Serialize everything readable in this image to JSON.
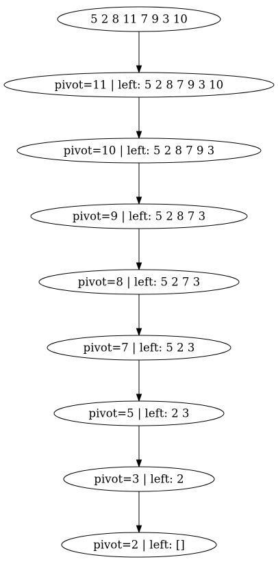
{
  "diagram": {
    "nodes": [
      {
        "id": "root",
        "label": "5 2 8 11 7 9 3 10"
      },
      {
        "id": "p11",
        "label": "pivot=11 | left: 5 2 8 7 9 3 10"
      },
      {
        "id": "p10",
        "label": "pivot=10 | left: 5 2 8 7 9 3"
      },
      {
        "id": "p9",
        "label": "pivot=9 | left: 5 2 8 7 3"
      },
      {
        "id": "p8",
        "label": "pivot=8 | left: 5 2 7 3"
      },
      {
        "id": "p7",
        "label": "pivot=7 | left: 5 2 3"
      },
      {
        "id": "p5",
        "label": "pivot=5 | left: 2 3"
      },
      {
        "id": "p3",
        "label": "pivot=3 | left: 2"
      },
      {
        "id": "p2",
        "label": "pivot=2 | left: []"
      }
    ],
    "edges": [
      {
        "from": "root",
        "to": "p11"
      },
      {
        "from": "p11",
        "to": "p10"
      },
      {
        "from": "p10",
        "to": "p9"
      },
      {
        "from": "p9",
        "to": "p8"
      },
      {
        "from": "p8",
        "to": "p7"
      },
      {
        "from": "p7",
        "to": "p5"
      },
      {
        "from": "p5",
        "to": "p3"
      },
      {
        "from": "p3",
        "to": "p2"
      }
    ]
  }
}
